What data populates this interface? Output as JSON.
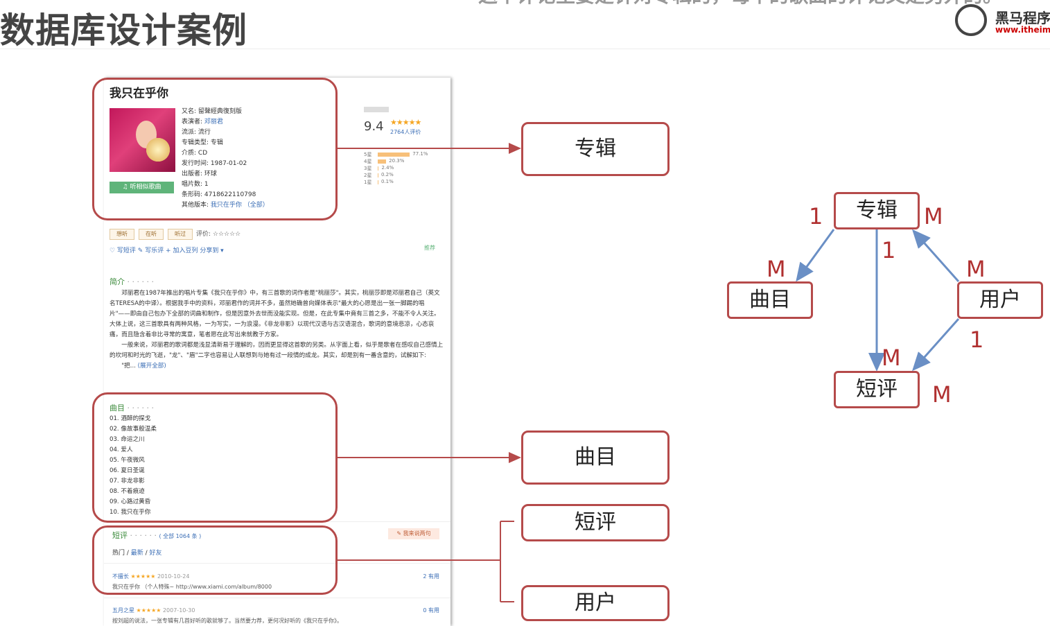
{
  "header": {
    "title": "数据库设计案例",
    "subtitle": "这个评论主要是针对专辑的，每个的歌曲的评论又是另外的。",
    "logo_cn": "黑马程序",
    "logo_url": "www.itheima"
  },
  "album": {
    "title": "我只在乎你",
    "listen_btn": "♫ 听相似歌曲",
    "info": [
      {
        "k": "又名: ",
        "v": "留聲經典復刻版",
        "link": false
      },
      {
        "k": "表演者: ",
        "v": "邓丽君",
        "link": true
      },
      {
        "k": "流派: ",
        "v": "流行",
        "link": false
      },
      {
        "k": "专辑类型: ",
        "v": "专辑",
        "link": false
      },
      {
        "k": "介质: ",
        "v": "CD",
        "link": false
      },
      {
        "k": "发行时间: ",
        "v": "1987-01-02",
        "link": false
      },
      {
        "k": "出版者: ",
        "v": "环球",
        "link": false
      },
      {
        "k": "唱片数: ",
        "v": "1",
        "link": false
      },
      {
        "k": "条形码: ",
        "v": "4718622110798",
        "link": false
      },
      {
        "k": "其他版本: ",
        "v": "我只在乎你 （全部）",
        "link": true
      }
    ],
    "score": "9.4",
    "stars": "★★★★★",
    "rating_count": "2764人评价",
    "bars": [
      {
        "label": "5星",
        "pct": 77.1,
        "text": "77.1%"
      },
      {
        "label": "4星",
        "pct": 20.3,
        "text": "20.3%"
      },
      {
        "label": "3星",
        "pct": 2.4,
        "text": "2.4%"
      },
      {
        "label": "2星",
        "pct": 0.2,
        "text": "0.2%"
      },
      {
        "label": "1星",
        "pct": 0.1,
        "text": "0.1%"
      }
    ],
    "actions": [
      "想听",
      "在听",
      "听过"
    ],
    "rate_label": "评价: ☆☆☆☆☆",
    "links": "♡ 写短评   ✎ 写乐评   + 加入豆列   分享到 ▾",
    "recommend": "推荐"
  },
  "intro": {
    "heading": "简介",
    "dots": " · · · · · ·",
    "p1": "邓丽君在1987年推出的唱片专集《我只在乎你》中，有三首歌的词作者是\"桃丽莎\"。其实，桃丽莎即是邓丽君自己（英文名TERESA的中译）。根据我手中的资料，邓丽君作的词并不多，虽然她确曾向媒体表示\"最大的心愿是出一张一脚踢的唱片\"——即由自己包办下全部的词曲和制作，但是因意外去世而没能实现。但是，在此专集中竟有三首之多，不能不令人关注。大体上说，这三首歌具有两种风格，一为写实，一为浪漫。《非龙非影》以现代汉语与古汉语混合，歌词的意境悲凉，心态哀痛，而且隐含着非比寻常的寓意，笔者愿在此写出来就教于方家。",
    "p2": "一般来说，邓丽君的歌词都是浅显清新易于理解的，因而更显得这首歌的另类。从字面上看，似乎是歌者在感叹自己感情上的坎坷和时光的飞逝，\"龙\"、\"眉\"二字也容易让人联想到与她有过一段情的成龙。其实，却是别有一番含意的，试解如下:",
    "p3": "\"把... ",
    "more": "(展开全部)"
  },
  "tracks": {
    "heading": "曲目",
    "dots": " · · · · · ·",
    "items": [
      "01. 酒醉的探戈",
      "02. 像故事般温柔",
      "03. 命运之川",
      "04. 爱人",
      "05. 午夜微风",
      "06. 夏日圣诞",
      "07. 非龙非影",
      "08. 不着痕迹",
      "09. 心路过黄昏",
      "10. 我只在乎你"
    ]
  },
  "reviews": {
    "heading": "短评",
    "dots": " · · · · · ·",
    "count": "( 全部 1064 条 )",
    "say_btn": "✎ 我来说两句",
    "tab_hot": "热门 / ",
    "tab_new": "最新",
    "tab_sep": " / ",
    "tab_friends": "好友",
    "items": [
      {
        "user": "不擅长",
        "stars": "★★★★★",
        "date": " 2010-10-24",
        "text": "我只在乎你  （个人特殊~ http://www.xiami.com/album/8000",
        "useful": "2 有用"
      },
      {
        "user": "五月之星",
        "stars": "★★★★★",
        "date": " 2007-10-30",
        "text": "按刘超的说法，一张专辑有几首好听的歌就够了。当然要力荐，更何况好听的《我只在乎你》。",
        "useful": "0 有用"
      }
    ]
  },
  "labels": {
    "album": "专辑",
    "tracks": "曲目",
    "reviews": "短评",
    "users": "用户"
  },
  "er": {
    "album": "专辑",
    "tracks": "曲目",
    "users": "用户",
    "reviews": "短评",
    "c_album_tracks_1": "1",
    "c_album_tracks_m": "M",
    "c_album_reviews_1": "1",
    "c_album_reviews_m": "M",
    "c_users_album_m1": "M",
    "c_users_album_m2": "M",
    "c_users_reviews_1": "1",
    "c_reviews_m": "M"
  },
  "colors": {
    "highlight": "#b54a4a",
    "arrow_blue": "#6a8fc5",
    "cardinality": "#b03030"
  }
}
